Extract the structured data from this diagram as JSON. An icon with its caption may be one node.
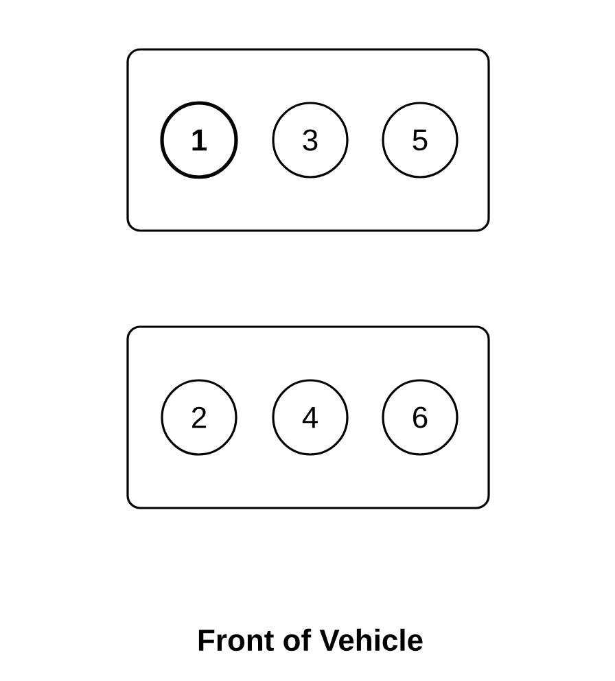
{
  "diagram": {
    "caption": "Front of Vehicle",
    "nodes": [
      {
        "text": [],
        "shape": "box"
      },
      {
        "text": [
          "1"
        ],
        "in": 0
      },
      {
        "text": [
          "3"
        ],
        "in": 0
      },
      {
        "text": [
          "5"
        ],
        "in": 0
      },
      {
        "text": [],
        "shape": "box"
      },
      {
        "text": [
          "2"
        ],
        "in": 4
      },
      {
        "text": [
          "4"
        ],
        "in": 4
      },
      {
        "text": [
          "6"
        ],
        "in": 4
      }
    ]
  }
}
